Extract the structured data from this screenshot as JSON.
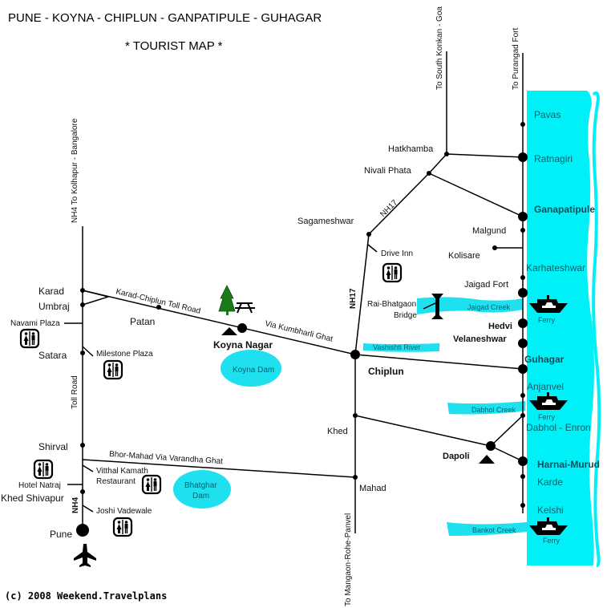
{
  "title": {
    "main": "PUNE - KOYNA - CHIPLUN - GANPATIPULE - GUHAGAR",
    "sub": "* TOURIST MAP *"
  },
  "copyright": "(c) 2008 Weekend.Travelplans",
  "colors": {
    "sea": "#00f0f8",
    "water": "#1fe0ee",
    "road": "#000000",
    "tree": "#1a7a1a",
    "sea_text": "#0b5e6b"
  },
  "road_labels": {
    "nh4_north": "NH4 To Kolhapur - Bangalore",
    "toll_road": "Toll Road",
    "nh4": "NH4",
    "karad_chiplun": "Karad-Chiplun Toll Road",
    "kumbharli": "Via Kumbharli Ghat",
    "bhor_mahad": "Bhor-Mahad Via Varandha Ghat",
    "nh17_north": "NH17",
    "nh17_south": "NH17",
    "to_south_konkan": "To South Konkan - Goa",
    "to_purangad": "To Purangad Fort",
    "to_mangaon": "To Mangaon-Rohe-Panvel"
  },
  "places": {
    "karad": "Karad",
    "umbraj": "Umbraj",
    "navami_plaza": "Navami Plaza",
    "satara": "Satara",
    "milestone_plaza": "Milestone Plaza",
    "patan": "Patan",
    "koyna_nagar": "Koyna Nagar",
    "shirval": "Shirval",
    "hotel_natraj": "Hotel Natraj",
    "vitthal_kamath": "Vitthal Kamath",
    "restaurant": "Restaurant",
    "khed_shivapur": "Khed Shivapur",
    "joshi_vadewale": "Joshi Vadewale",
    "pune": "Pune",
    "hatkhamba": "Hatkhamba",
    "nivali_phata": "Nivali Phata",
    "sagameshwar": "Sagameshwar",
    "drive_inn": "Drive Inn",
    "rai_bhatgaon": "Rai-Bhatgaon",
    "bridge": "Bridge",
    "chiplun": "Chiplun",
    "khed": "Khed",
    "mahad": "Mahad",
    "dapoli": "Dapoli",
    "malgund": "Malgund",
    "kolisare": "Kolisare",
    "jaigad_fort": "Jaigad Fort",
    "hedvi": "Hedvi",
    "velaneshwar": "Velaneshwar"
  },
  "coast_places": {
    "pavas": "Pavas",
    "ratnagiri": "Ratnagiri",
    "ganapatipule": "Ganapatipule",
    "karhateshwar": "Karhateshwar",
    "guhagar": "Guhagar",
    "anjanvel": "Anjanvel",
    "dabhol_enron": "Dabhol - Enron",
    "harnai_murud": "Harnai-Murud",
    "karde": "Karde",
    "kelshi": "Kelshi"
  },
  "water_bodies": {
    "koyna_dam": "Koyna Dam",
    "bhatghar_dam_1": "Bhatghar",
    "bhatghar_dam_2": "Dam",
    "jaigad_creek": "Jaigad Creek",
    "vashishti_river": "Vashishti River",
    "dabhol_creek": "Dabhol Creek",
    "bankot_creek": "Bankot Creek"
  },
  "ferries": [
    "Ferry",
    "Ferry",
    "Ferry"
  ],
  "icons": {
    "restroom": "restroom-icon",
    "airport": "airplane-icon",
    "peak": "triangle-peak-icon",
    "forest": "tree-icon",
    "picnic": "picnic-table-icon",
    "bridge": "bridge-icon",
    "ferry": "ferry-boat-icon"
  }
}
